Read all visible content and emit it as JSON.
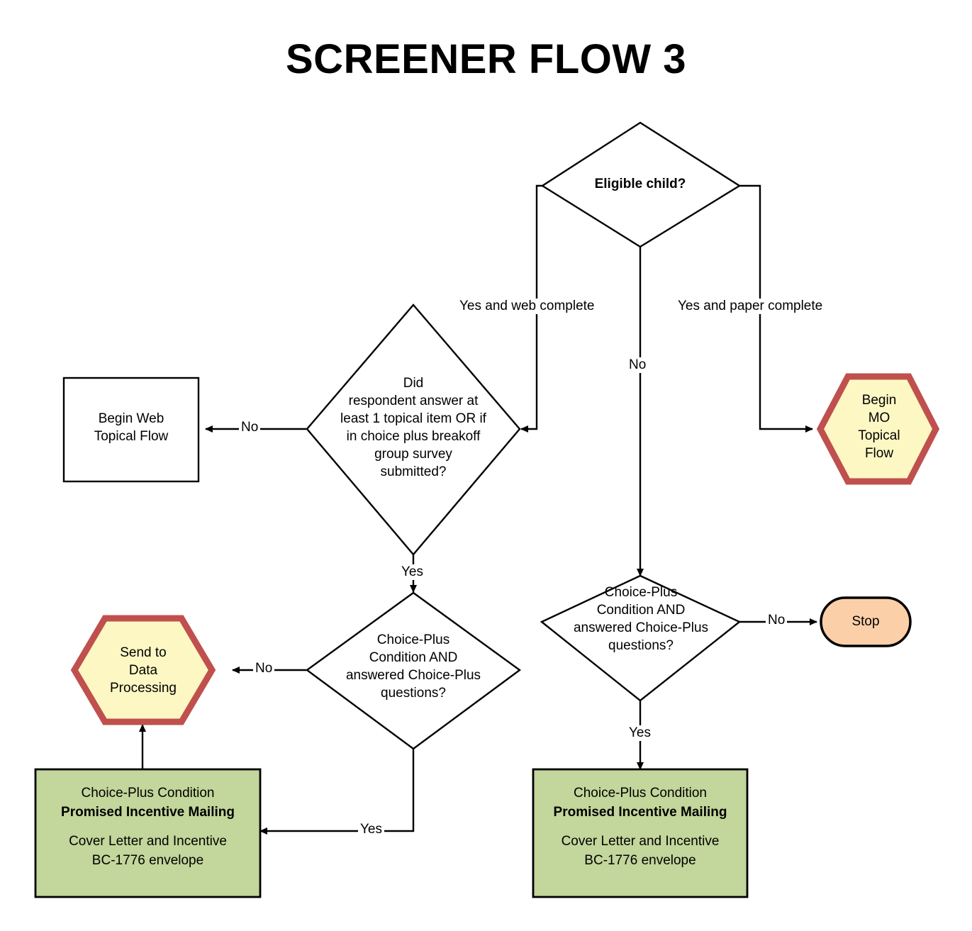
{
  "title": "SCREENER FLOW 3",
  "palette": {
    "hexagon_fill": "#FDF7C3",
    "hexagon_border": "#C0504D",
    "stop_fill": "#FBCFA8",
    "stop_border": "#000000",
    "mailing_fill": "#C3D69B",
    "mailing_border": "#000000",
    "plain_fill": "#FFFFFF",
    "line": "#000000"
  },
  "nodes": {
    "eligible_child": {
      "label": "Eligible child?",
      "shape": "decision"
    },
    "begin_web_topical": {
      "label": "Begin Web\nTopical Flow",
      "shape": "process"
    },
    "did_respondent": {
      "label": "Did\nrespondent answer at\nleast 1 topical item OR if\nin choice plus breakoff\ngroup survey\nsubmitted?",
      "shape": "decision"
    },
    "begin_mo_topical": {
      "label": "Begin\nMO\nTopical\nFlow",
      "shape": "hexagon"
    },
    "send_to_data_processing": {
      "label": "Send to\nData\nProcessing",
      "shape": "hexagon"
    },
    "choice_plus_left": {
      "label": "Choice-Plus\nCondition AND\nanswered Choice-Plus\nquestions?",
      "shape": "decision"
    },
    "choice_plus_right": {
      "label": "Choice-Plus\nCondition AND\nanswered Choice-Plus\nquestions?",
      "shape": "decision"
    },
    "stop": {
      "label": "Stop",
      "shape": "terminator"
    },
    "mailing_left": {
      "line1": "Choice-Plus Condition",
      "line2": "Promised Incentive Mailing",
      "line3": "Cover Letter and Incentive",
      "line4": "BC-1776 envelope",
      "shape": "process"
    },
    "mailing_right": {
      "line1": "Choice-Plus Condition",
      "line2": "Promised Incentive Mailing",
      "line3": "Cover Letter and Incentive",
      "line4": "BC-1776 envelope",
      "shape": "process"
    }
  },
  "edges": {
    "eligible_yes_web": "Yes and web complete",
    "eligible_no": "No",
    "eligible_yes_paper": "Yes and paper complete",
    "did_respondent_no": "No",
    "did_respondent_yes": "Yes",
    "choice_plus_left_no": "No",
    "choice_plus_left_yes": "Yes",
    "choice_plus_right_no": "No",
    "choice_plus_right_yes": "Yes"
  }
}
